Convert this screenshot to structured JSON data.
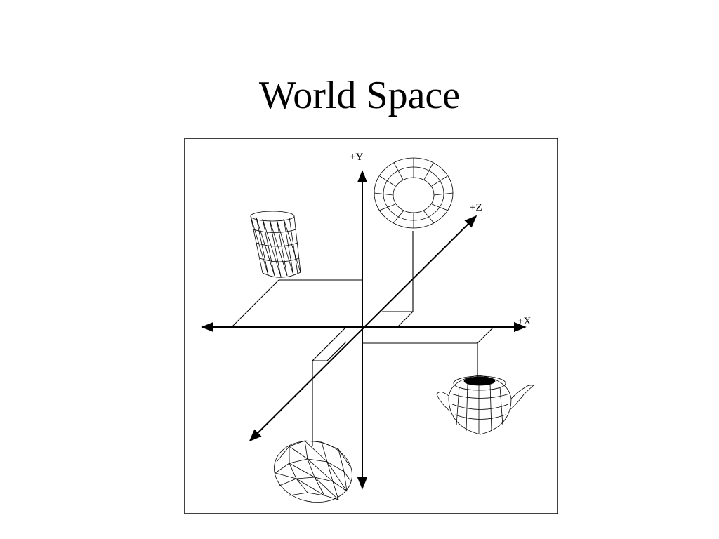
{
  "slide": {
    "title": "World Space"
  },
  "diagram": {
    "axes": [
      {
        "name": "y",
        "label": "+Y"
      },
      {
        "name": "z",
        "label": "+Z"
      },
      {
        "name": "x",
        "label": "+X"
      }
    ],
    "objects": [
      {
        "name": "cylinder",
        "icon": "wireframe-cylinder"
      },
      {
        "name": "torus",
        "icon": "wireframe-torus"
      },
      {
        "name": "teapot",
        "icon": "wireframe-teapot"
      },
      {
        "name": "ellipsoid",
        "icon": "wireframe-ellipsoid"
      }
    ],
    "colors": {
      "line": "#000000",
      "background": "#ffffff"
    }
  }
}
